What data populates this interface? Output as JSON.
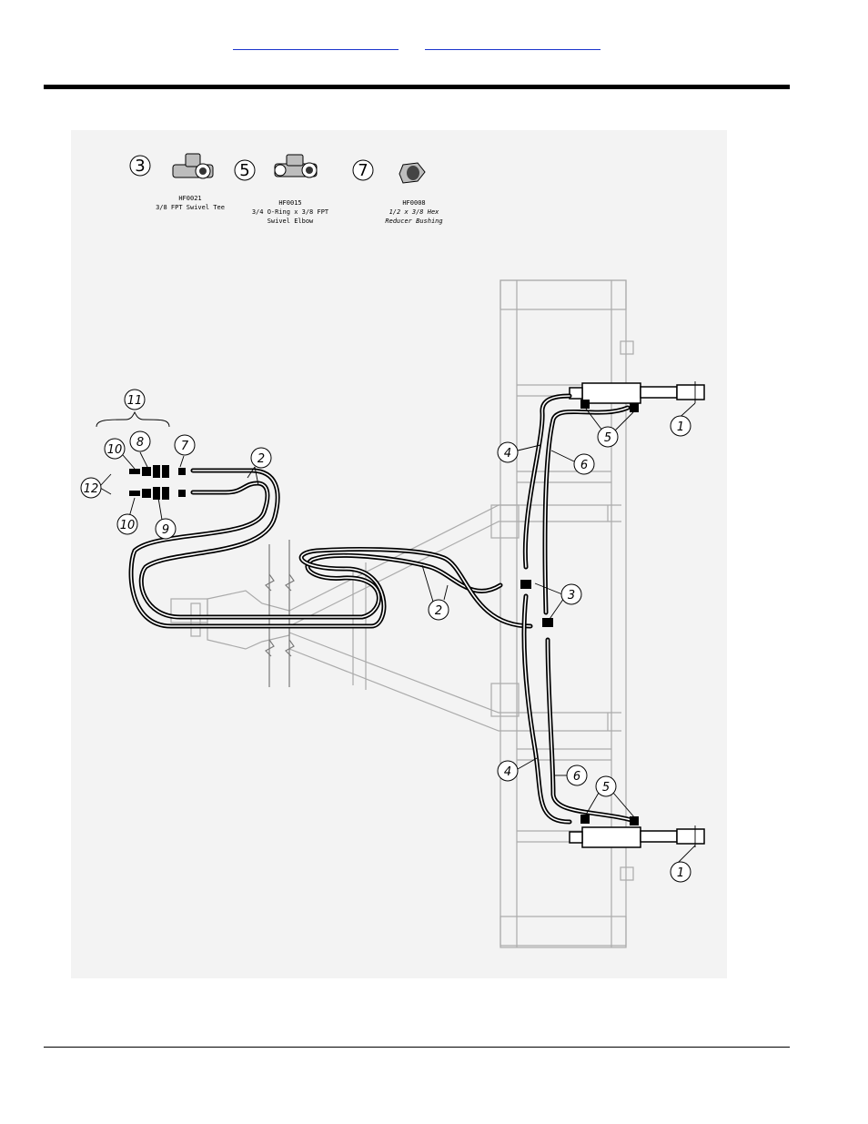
{
  "header": {
    "link_left": "",
    "link_right": ""
  },
  "legend": [
    {
      "callout": "3",
      "part_number": "HF0021",
      "description": "3/8 FPT Swivel Tee",
      "icon": "swivel-tee-icon"
    },
    {
      "callout": "5",
      "part_number": "HF0015",
      "description_line1": "3/4 O-Ring x 3/8 FPT",
      "description_line2": "Swivel Elbow",
      "icon": "swivel-elbow-icon"
    },
    {
      "callout": "7",
      "part_number": "HF0008",
      "description_line1": "1/2 x 3/8 Hex",
      "description_line2": "Reducer Bushing",
      "icon": "hex-reducer-bushing-icon"
    }
  ],
  "callouts": {
    "c1_top": "1",
    "c1_bottom": "1",
    "c2_upper": "2",
    "c2_lower": "2",
    "c3": "3",
    "c4_upper": "4",
    "c4_lower": "4",
    "c5_upper": "5",
    "c5_lower": "5",
    "c6_upper": "6",
    "c6_lower": "6",
    "c7": "7",
    "c8": "8",
    "c9": "9",
    "c10_upper": "10",
    "c10_lower": "10",
    "c11": "11",
    "c12": "12"
  }
}
